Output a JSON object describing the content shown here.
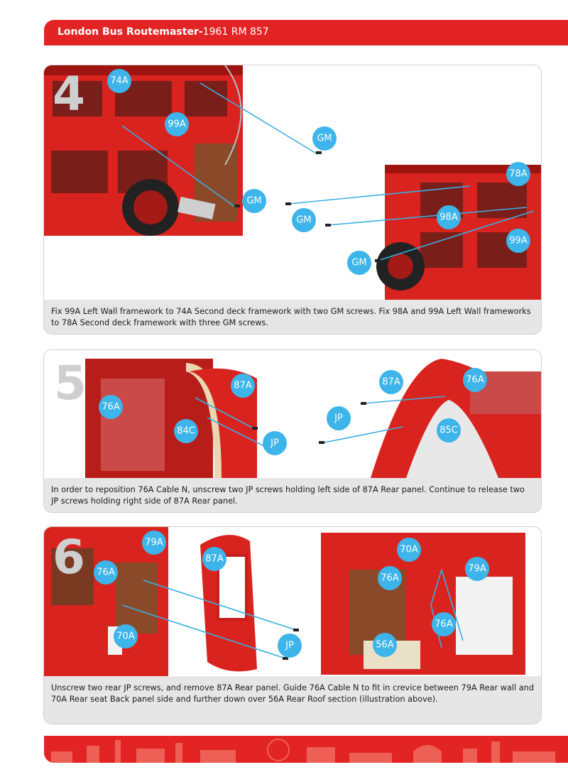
{
  "header": {
    "title_bold": "London Bus Routemaster-",
    "title_rest": "1961 RM 857"
  },
  "colors": {
    "brand": "#e32424",
    "label": "#3db4ea",
    "caption_bg": "#e6e6e6"
  },
  "steps": [
    {
      "number": "4",
      "labels": [
        "74A",
        "99A",
        "GM",
        "GM",
        "GM",
        "GM",
        "78A",
        "98A",
        "99A"
      ],
      "caption": "Fix 99A Left Wall framework to 74A Second deck framework with two GM screws. Fix 98A and 99A Left Wall frameworks to 78A Second deck framework with three GM screws."
    },
    {
      "number": "5",
      "labels": [
        "87A",
        "76A",
        "84C",
        "JP",
        "87A",
        "76A",
        "JP",
        "85C"
      ],
      "caption": "In order to reposition 76A Cable N, unscrew two JP screws holding left side of 87A Rear panel. Continue to release two JP screws holding right side of 87A Rear panel."
    },
    {
      "number": "6",
      "labels": [
        "79A",
        "76A",
        "70A",
        "87A",
        "JP",
        "70A",
        "76A",
        "79A",
        "76A",
        "56A"
      ],
      "caption": "Unscrew two rear JP screws, and remove 87A Rear panel. Guide 76A Cable N to fit in crevice between 79A Rear wall and 70A Rear seat Back panel side and further down over 56A Rear Roof section (illustration above)."
    }
  ]
}
